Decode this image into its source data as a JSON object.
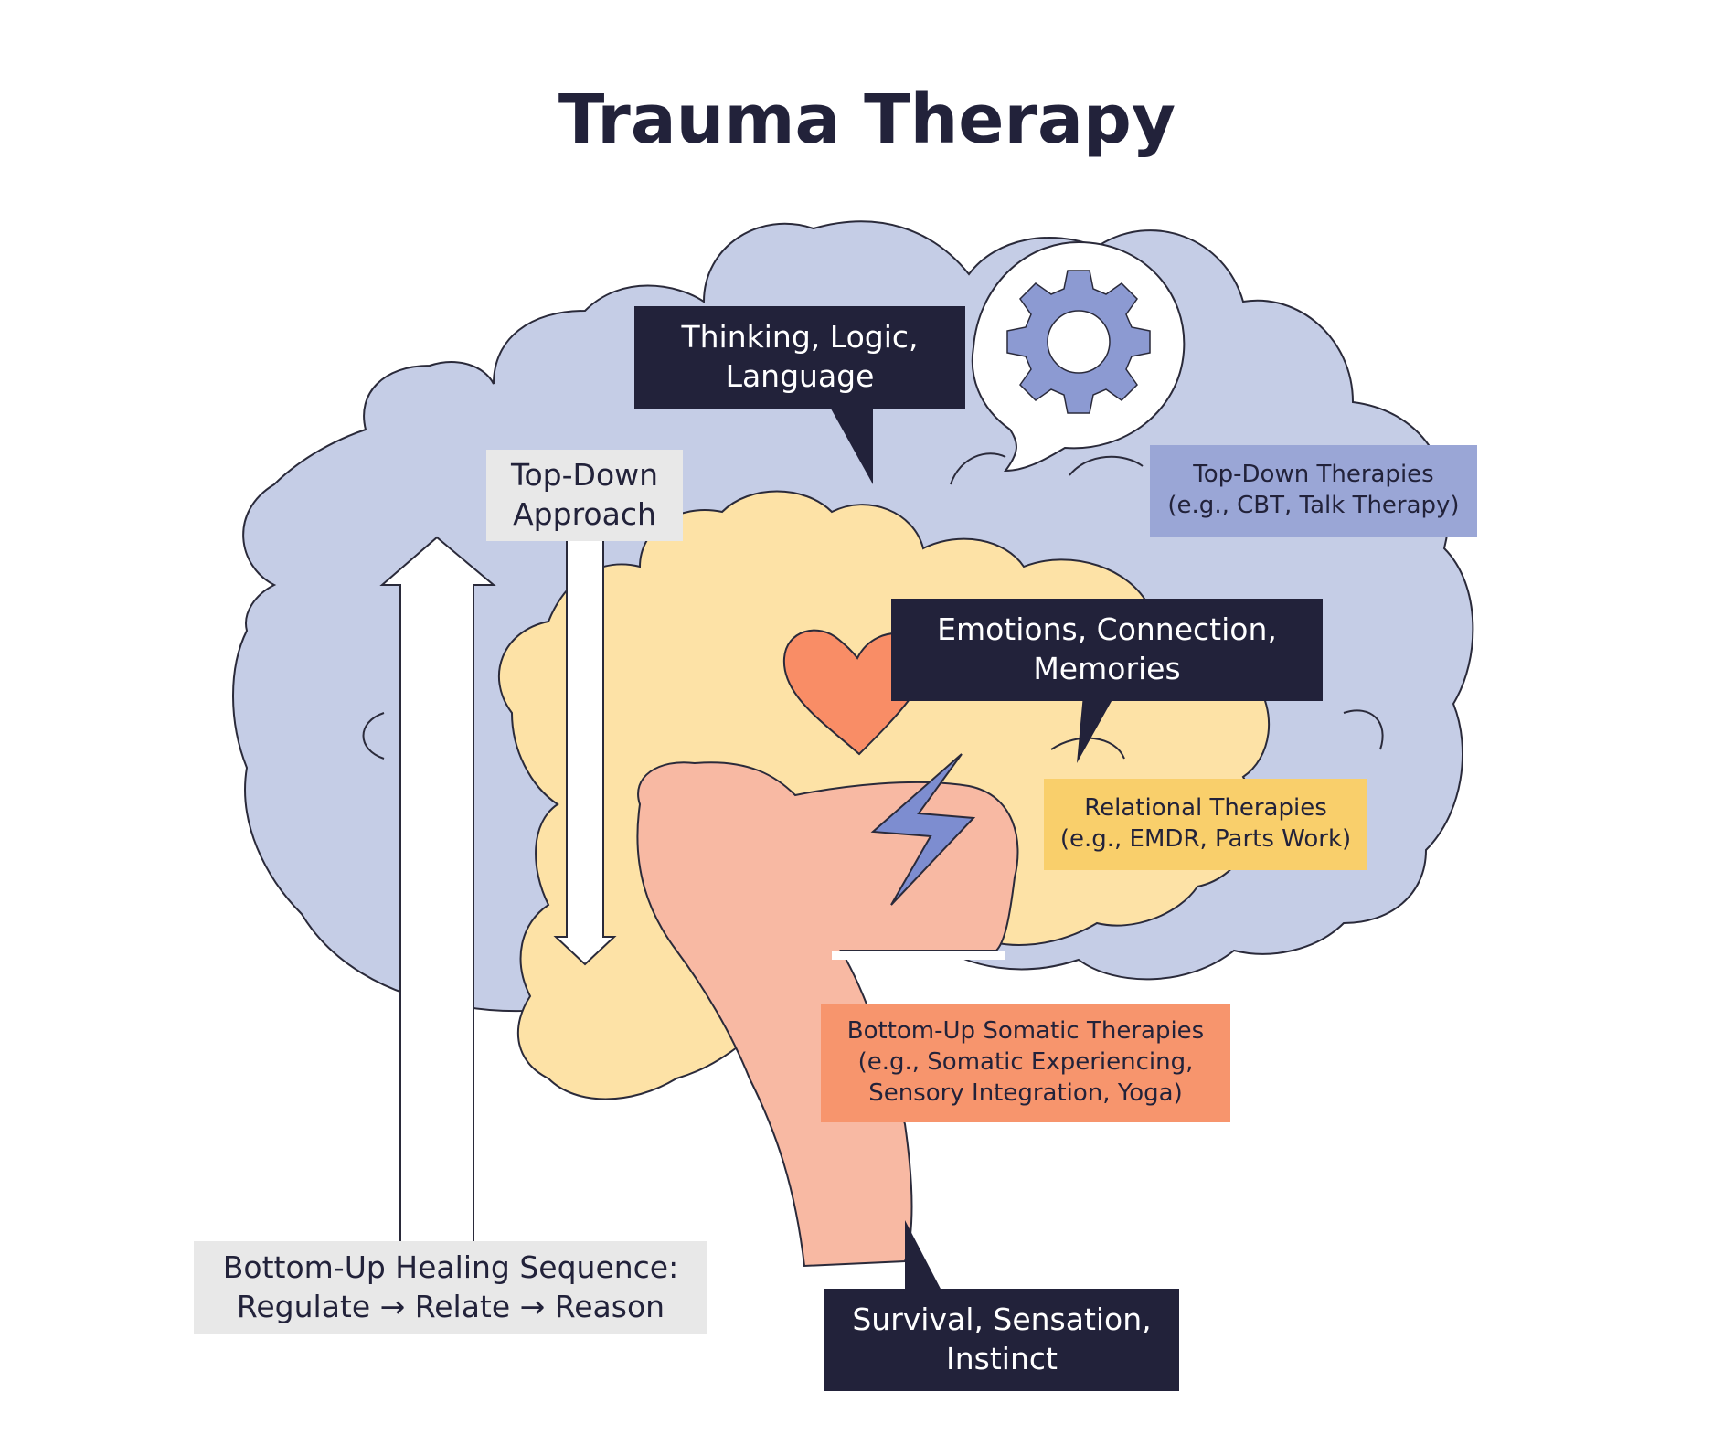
{
  "title": "Trauma Therapy",
  "colors": {
    "cortex": "#c5cde6",
    "limbic": "#fde2a6",
    "brainstem": "#f8b9a3",
    "heart": "#f98d66",
    "gear": "#8c9ad2",
    "bolt": "#7d8dd0",
    "dark_label": "#22223a"
  },
  "icons": [
    "gear-icon",
    "heart-icon",
    "lightning-icon",
    "arrow-up-icon",
    "arrow-down-icon"
  ],
  "labels": {
    "thinking": [
      "Thinking, Logic,",
      "Language"
    ],
    "top_down_approach": [
      "Top-Down",
      "Approach"
    ],
    "top_down_therapies": [
      "Top-Down Therapies",
      "(e.g., CBT, Talk Therapy)"
    ],
    "emotions": [
      "Emotions, Connection,",
      "Memories"
    ],
    "relational_therapies": [
      "Relational Therapies",
      "(e.g., EMDR, Parts Work)"
    ],
    "bottom_up_somatic": [
      "Bottom-Up Somatic Therapies",
      "(e.g., Somatic Experiencing,",
      "Sensory Integration, Yoga)"
    ],
    "healing_sequence": [
      "Bottom-Up Healing Sequence:",
      "Regulate → Relate → Reason"
    ],
    "survival": [
      "Survival, Sensation,",
      "Instinct"
    ]
  }
}
